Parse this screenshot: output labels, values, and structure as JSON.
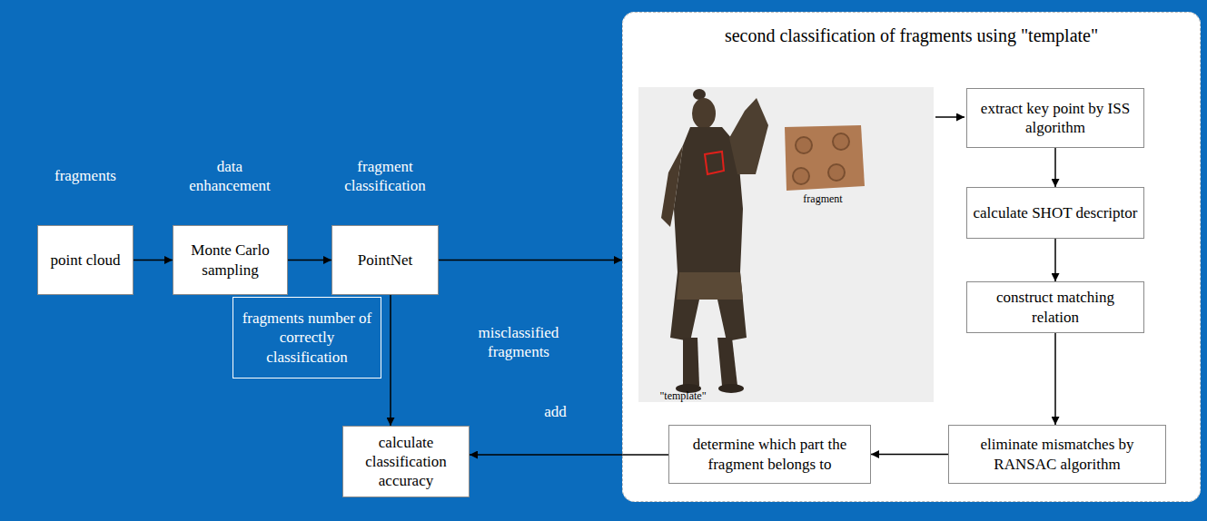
{
  "diagram": {
    "nodes": [
      {
        "text": [
          "point cloud"
        ]
      },
      {
        "text": [
          "Monte Carlo sampling"
        ]
      },
      {
        "text": [
          "PointNet"
        ]
      },
      {
        "text": [
          "fragments number of correctly classification"
        ]
      },
      {
        "text": [
          "calculate classification accuracy"
        ]
      },
      {
        "text": [
          "second classification of fragments using \"template\""
        ]
      },
      {
        "text": [
          "extract key point by ISS algorithm"
        ],
        "in": 5
      },
      {
        "text": [
          "calculate SHOT descriptor"
        ],
        "in": 5
      },
      {
        "text": [
          "construct matching relation"
        ],
        "in": 5
      },
      {
        "text": [
          "eliminate mismatches by RANSAC algorithm"
        ],
        "in": 5
      },
      {
        "text": [
          "determine which part the fragment belongs to"
        ],
        "in": 5
      }
    ],
    "edges": [
      {
        "from": 0,
        "to": 1,
        "arrow": "to"
      },
      {
        "from": 1,
        "to": 2,
        "arrow": "to"
      },
      {
        "from": 2,
        "to": 5,
        "label": "misclassified fragments",
        "arrow": "to"
      },
      {
        "from": 2,
        "to": 4,
        "arrow": "to"
      },
      {
        "from": 6,
        "to": 7,
        "arrow": "to"
      },
      {
        "from": 7,
        "to": 8,
        "arrow": "to"
      },
      {
        "from": 8,
        "to": 9,
        "arrow": "to"
      },
      {
        "from": 9,
        "to": 10,
        "arrow": "to"
      },
      {
        "from": 10,
        "to": 4,
        "label": "add",
        "arrow": "to"
      }
    ],
    "labels": [
      "fragments",
      "data enhancement",
      "fragment classification",
      "fragment",
      "\"template\""
    ]
  }
}
